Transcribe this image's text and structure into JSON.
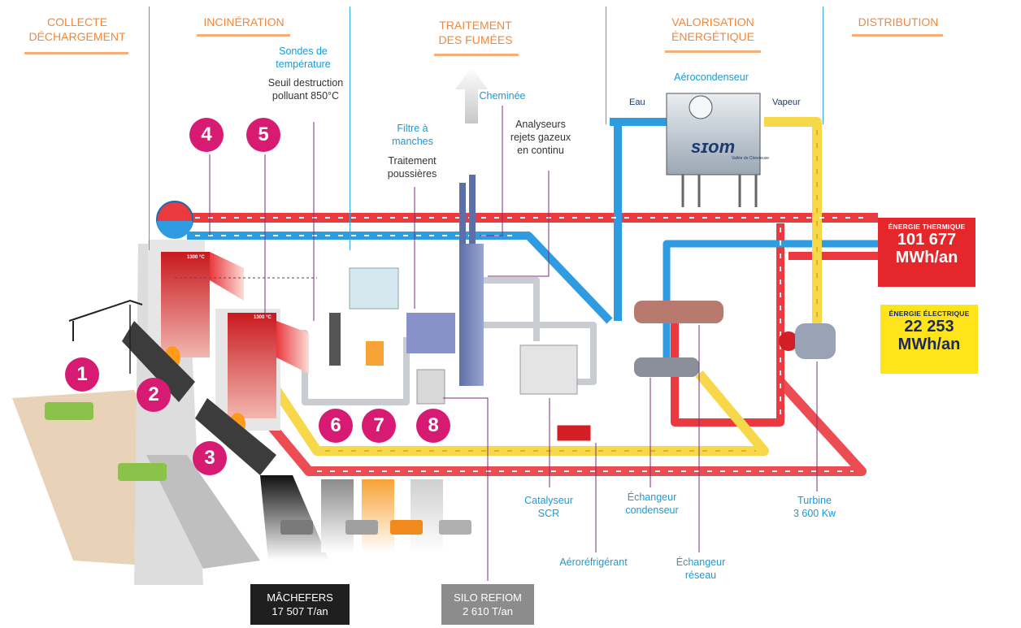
{
  "sections": {
    "collecte": "COLLECTE\nDÉCHARGEMENT",
    "incineration": "INCINÉRATION",
    "traitement": "TRAITEMENT\nDES FUMÉES",
    "valorisation": "VALORISATION\nÉNERGÉTIQUE",
    "distribution": "DISTRIBUTION"
  },
  "labels": {
    "sondes": "Sondes de\ntempérature",
    "seuil": "Seuil destruction\npolluant 850°C",
    "cheminee": "Cheminée",
    "analyseurs": "Analyseurs\nrejets gazeux\nen continu",
    "filtre": "Filtre à\nmanches",
    "traitement_poussieres": "Traitement\npoussières",
    "aerocondenseur": "Aérocondenseur",
    "eau": "Eau",
    "vapeur": "Vapeur",
    "catalyseur": "Catalyseur\nSCR",
    "echangeur_condenseur": "Échangeur\ncondenseur",
    "echangeur_reseau": "Échangeur\nréseau",
    "turbine": "Turbine\n3 600 Kw",
    "aerorefrigerant": "Aéroréfrigérant",
    "temp_1300_a": "1300 °C",
    "temp_1300_b": "1300 °C",
    "brand": "sɪom",
    "brand_sub": "Vallée de Chevreuse"
  },
  "numbers": [
    "1",
    "2",
    "3",
    "4",
    "5",
    "6",
    "7",
    "8"
  ],
  "energy": {
    "thermique": {
      "title": "ÉNERGIE THERMIQUE",
      "value": "101 677\nMWh/an"
    },
    "electrique": {
      "title": "ÉNERGIE ÉLECTRIQUE",
      "value": "22 253\nMWh/an"
    }
  },
  "outputs": {
    "machefers": "MÂCHEFERS\n17 507 T/an",
    "silo": "SILO REFIOM\n2 610 T/an"
  },
  "colors": {
    "orange": "#f0883c",
    "blue": "#1a9ad6",
    "magenta": "#d81b72",
    "red": "#e5262a",
    "yellow": "#ffe419",
    "pipe_blue": "#2f9be0",
    "pipe_red": "#ea3a3f",
    "pipe_yellow": "#f6d84a"
  }
}
